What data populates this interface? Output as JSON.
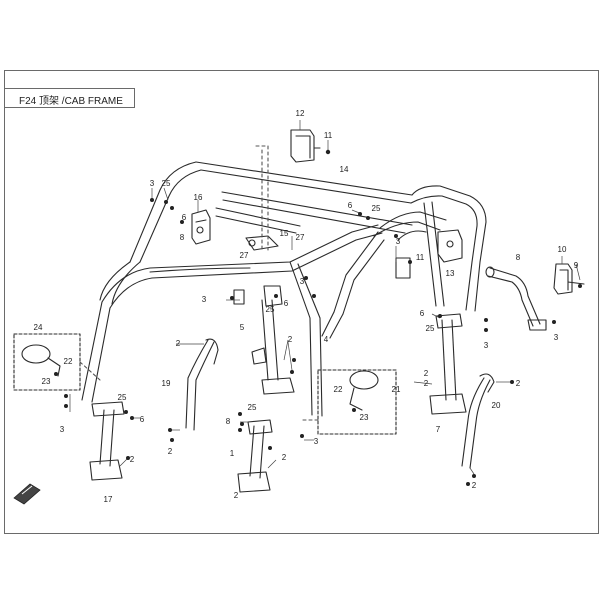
{
  "title": "F24 顶架 /CAB FRAME",
  "callouts": [
    {
      "id": "c12a",
      "text": "12"
    },
    {
      "id": "c11a",
      "text": "11"
    },
    {
      "id": "c14",
      "text": "14"
    },
    {
      "id": "c3a",
      "text": "3"
    },
    {
      "id": "c25a",
      "text": "25"
    },
    {
      "id": "c16",
      "text": "16"
    },
    {
      "id": "c6a",
      "text": "6"
    },
    {
      "id": "c8a",
      "text": "8"
    },
    {
      "id": "c6b",
      "text": "6"
    },
    {
      "id": "c25b",
      "text": "25"
    },
    {
      "id": "c15",
      "text": "15"
    },
    {
      "id": "c27a",
      "text": "27"
    },
    {
      "id": "c27b",
      "text": "27"
    },
    {
      "id": "c3b",
      "text": "3"
    },
    {
      "id": "c10",
      "text": "10"
    },
    {
      "id": "c9",
      "text": "9"
    },
    {
      "id": "c8b",
      "text": "8"
    },
    {
      "id": "c11b",
      "text": "11"
    },
    {
      "id": "c13",
      "text": "13"
    },
    {
      "id": "c3c",
      "text": "3"
    },
    {
      "id": "c6c",
      "text": "6"
    },
    {
      "id": "c25c",
      "text": "25"
    },
    {
      "id": "c3d",
      "text": "3"
    },
    {
      "id": "c3e",
      "text": "3"
    },
    {
      "id": "c3f",
      "text": "3"
    },
    {
      "id": "c6d",
      "text": "6"
    },
    {
      "id": "c5",
      "text": "5"
    },
    {
      "id": "c25d",
      "text": "25"
    },
    {
      "id": "c4",
      "text": "4"
    },
    {
      "id": "c24",
      "text": "24"
    },
    {
      "id": "c22a",
      "text": "22"
    },
    {
      "id": "c23a",
      "text": "23"
    },
    {
      "id": "c2a",
      "text": "2"
    },
    {
      "id": "c2b",
      "text": "2"
    },
    {
      "id": "c19",
      "text": "19"
    },
    {
      "id": "c21",
      "text": "21"
    },
    {
      "id": "c22b",
      "text": "22"
    },
    {
      "id": "c23b",
      "text": "23"
    },
    {
      "id": "c2c",
      "text": "2"
    },
    {
      "id": "c2d",
      "text": "2"
    },
    {
      "id": "c7",
      "text": "7"
    },
    {
      "id": "c20",
      "text": "20"
    },
    {
      "id": "c2e",
      "text": "2"
    },
    {
      "id": "c25e",
      "text": "25"
    },
    {
      "id": "c6e",
      "text": "6"
    },
    {
      "id": "c3g",
      "text": "3"
    },
    {
      "id": "c2f",
      "text": "2"
    },
    {
      "id": "c17",
      "text": "17"
    },
    {
      "id": "c8c",
      "text": "8"
    },
    {
      "id": "c25f",
      "text": "25"
    },
    {
      "id": "c2g",
      "text": "2"
    },
    {
      "id": "c3h",
      "text": "3"
    },
    {
      "id": "c1",
      "text": "1"
    },
    {
      "id": "c2h",
      "text": "2"
    },
    {
      "id": "c2i",
      "text": "2"
    },
    {
      "id": "c2j",
      "text": "2"
    }
  ]
}
